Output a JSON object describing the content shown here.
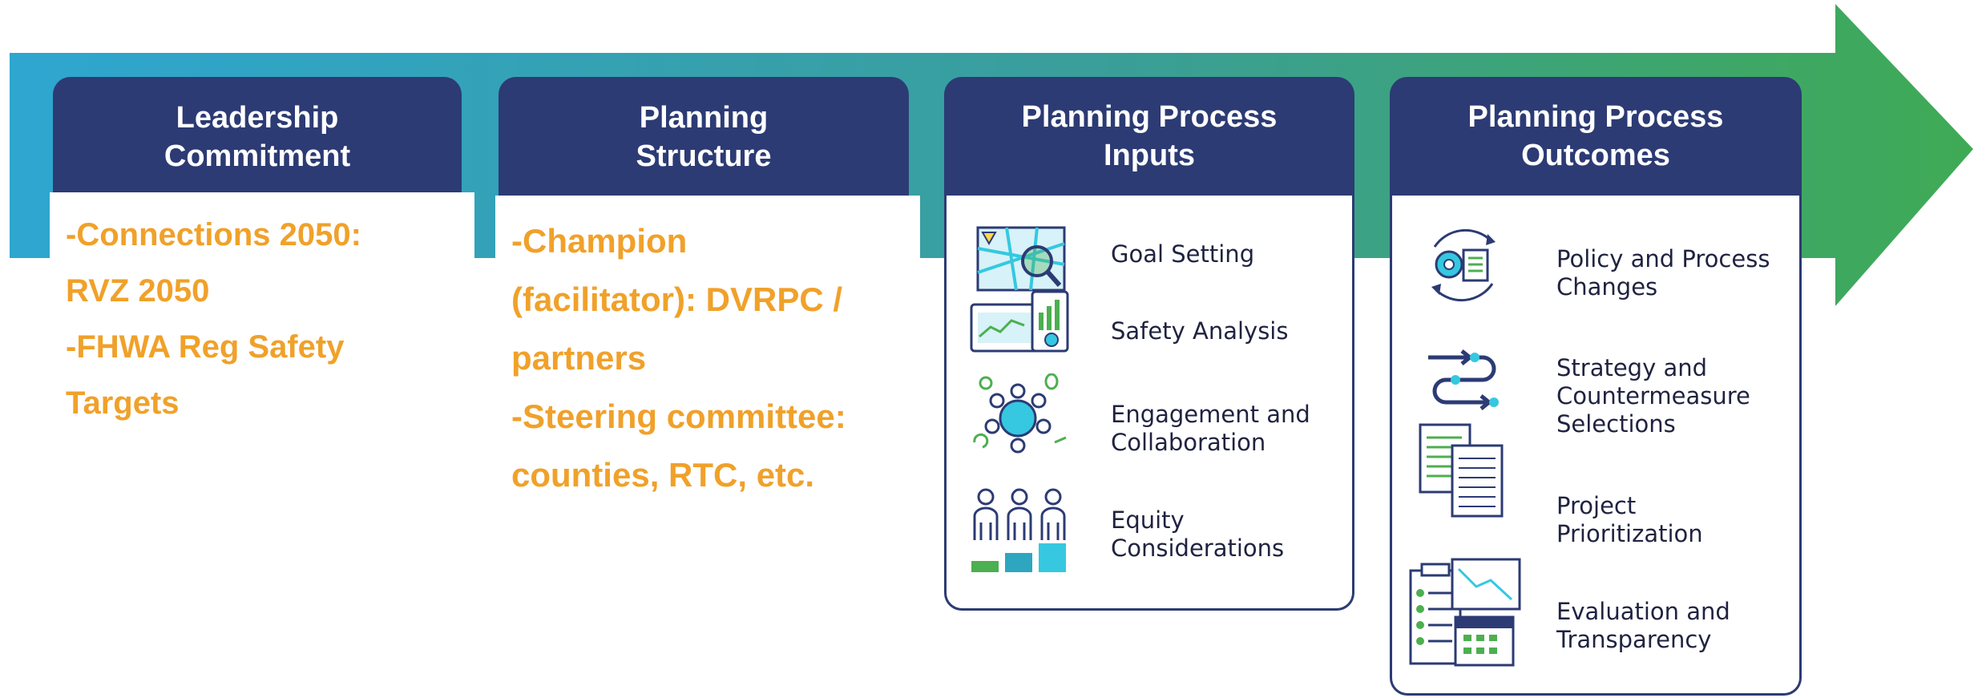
{
  "columns": [
    {
      "title_lines": [
        "Leadership",
        "Commitment"
      ],
      "notes": [
        "-Connections  2050:",
        "RVZ 2050",
        "-FHWA Reg Safety",
        "Targets"
      ]
    },
    {
      "title_lines": [
        "Planning",
        "Structure"
      ],
      "notes": [
        "-Champion",
        "(facilitator): DVRPC /",
        "partners",
        "-Steering committee:",
        "counties, RTC, etc."
      ]
    },
    {
      "title_lines": [
        "Planning Process",
        "Inputs"
      ],
      "items": [
        {
          "lines": [
            "Goal Setting"
          ],
          "icon": "map-search-icon"
        },
        {
          "lines": [
            "Safety Analysis"
          ],
          "icon": "chart-analysis-icon"
        },
        {
          "lines": [
            "Engagement and",
            "Collaboration"
          ],
          "icon": "team-collaboration-icon"
        },
        {
          "lines": [
            "Equity",
            "Considerations"
          ],
          "icon": "people-equity-icon"
        }
      ]
    },
    {
      "title_lines": [
        "Planning Process",
        "Outcomes"
      ],
      "items": [
        {
          "lines": [
            "Policy and Process",
            "Changes"
          ],
          "icon": "gear-document-cycle-icon"
        },
        {
          "lines": [
            "Strategy and",
            "Countermeasure",
            "Selections"
          ],
          "icon": "strategy-arrows-icon"
        },
        {
          "lines": [
            "Project",
            "Prioritization"
          ],
          "icon": "documents-stack-icon"
        },
        {
          "lines": [
            "Evaluation and",
            "Transparency"
          ],
          "icon": "checklist-monitor-calendar-icon"
        }
      ]
    }
  ],
  "colors": {
    "header": "#2c3b74",
    "notes": "#f0a12a",
    "arrow_start": "#2ea6d0",
    "arrow_end": "#3faa55",
    "icon_navy": "#2c3b74",
    "icon_green": "#4caf50",
    "icon_cyan": "#35c8e0"
  }
}
